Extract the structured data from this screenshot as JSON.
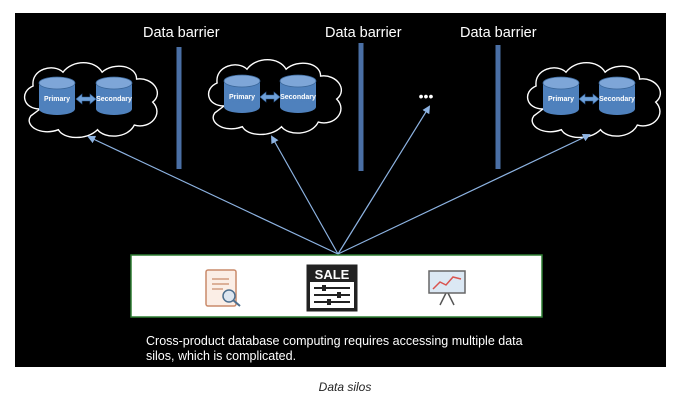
{
  "barrier_labels": [
    "Data barrier",
    "Data barrier",
    "Data barrier"
  ],
  "silos": [
    {
      "primary_label": "Primary",
      "secondary_label": "Secondary"
    },
    {
      "primary_label": "Primary",
      "secondary_label": "Secondary"
    },
    {
      "primary_label": "Primary",
      "secondary_label": "Secondary"
    }
  ],
  "ellipsis": "•••",
  "app_panel": {
    "icons": [
      "document-search-icon",
      "sale-settings-icon",
      "presentation-chart-icon"
    ],
    "sale_text": "SALE"
  },
  "caption": "Cross-product database computing requires accessing multiple data silos, which is complicated.",
  "figure_caption": "Data silos",
  "colors": {
    "background": "#000000",
    "cylinder": "#4f81bd",
    "cylinder_top": "#7ea6d8",
    "arrow": "#8db3e2",
    "panel_border": "#2e7d32",
    "barrier": "#4a6fa5"
  }
}
